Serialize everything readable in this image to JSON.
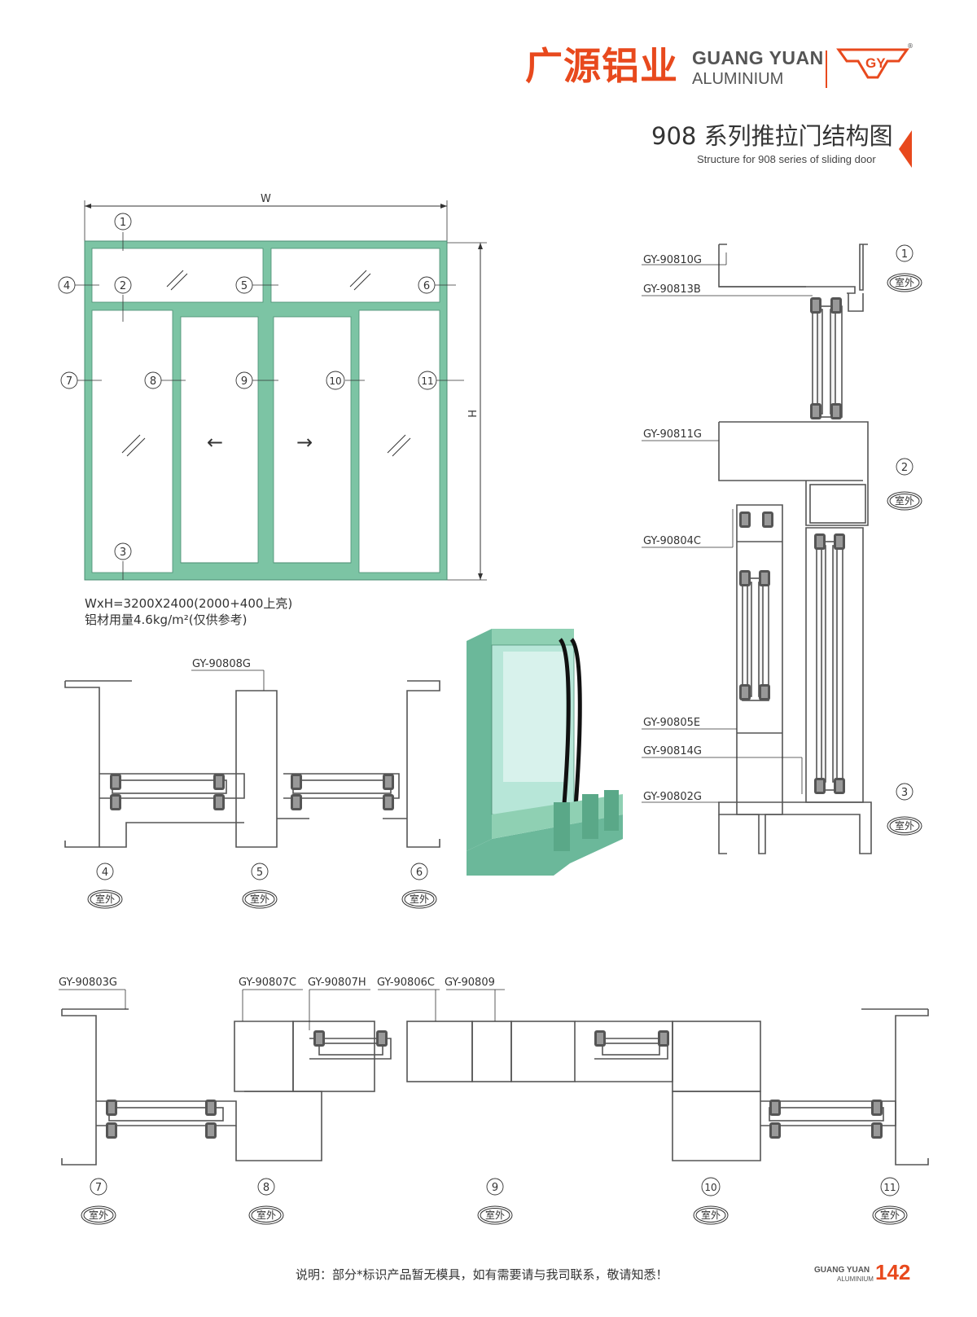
{
  "header": {
    "brand_cn": "广源铝业",
    "brand_en_line1": "GUANG YUAN",
    "brand_en_line2": "ALUMINIUM",
    "logo_mark": "GY",
    "registered": "®",
    "title": "908 系列推拉门结构图",
    "subtitle": "Structure for 908 series of sliding door"
  },
  "elevation": {
    "width_label": "W",
    "height_label": "H",
    "spec_line1": "WxH=3200X2400(2000+400上亮)",
    "spec_line2": "铝材用量4.6kg/m²(仅供参考)",
    "markers": [
      "1",
      "2",
      "3",
      "4",
      "5",
      "6",
      "7",
      "8",
      "9",
      "10",
      "11"
    ],
    "arrow_left": "←",
    "arrow_right": "→"
  },
  "profile_codes": {
    "c1": "GY-90810G",
    "c2": "GY-90813B",
    "c3": "GY-90811G",
    "c4": "GY-90804C",
    "c5": "GY-90805E",
    "c6": "GY-90814G",
    "c7": "GY-90802G",
    "c8": "GY-90808G",
    "c9": "GY-90803G",
    "c10": "GY-90807C",
    "c11": "GY-90807H",
    "c12": "GY-90806C",
    "c13": "GY-90809"
  },
  "section_labels": {
    "outdoor": "室外",
    "n1": "1",
    "n2": "2",
    "n3": "3",
    "n4": "4",
    "n5": "5",
    "n6": "6",
    "n7": "7",
    "n8": "8",
    "n9": "9",
    "n10": "10",
    "n11": "11"
  },
  "colors": {
    "brand": "#e8491d",
    "frame_green": "#7cc4a4",
    "profile_grey": "#555555",
    "glass_aqua": "#9fd8cf"
  },
  "footer": {
    "note": "说明：部分*标识产品暂无模具，如有需要请与我司联系，敬请知悉！",
    "brand_line1": "GUANG YUAN",
    "brand_line2": "ALUMINIUM",
    "page_number": "142"
  }
}
